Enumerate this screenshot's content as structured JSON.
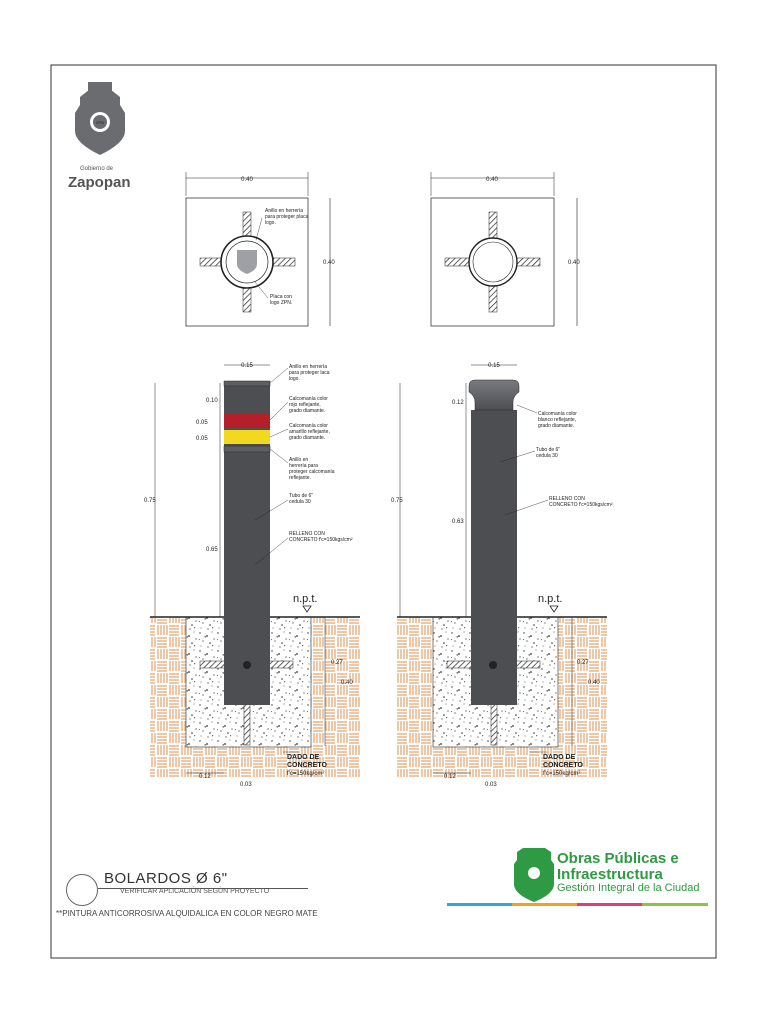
{
  "header": {
    "gov_label": "Gobierno de",
    "gov_name": "Zapopan"
  },
  "plan_views": {
    "left": {
      "width_dim": "0.40",
      "height_dim": "0.40",
      "note_ring": "Anillo en herrería para proteger placa logo.",
      "note_plate": "Placa con logo ZPN."
    },
    "right": {
      "width_dim": "0.40",
      "height_dim": "0.40"
    }
  },
  "elevation_left": {
    "top_dim": "0.15",
    "dims": [
      "0.10",
      "0.05",
      "0.05",
      "0.75",
      "0.65",
      "0.27",
      "0.40",
      "0.12",
      "0.03"
    ],
    "notes": [
      "Anillo en herrería para proteger laca logo.",
      "Calcomanía color rojo reflejante, grado diamante.",
      "Calcomanía color amarillo reflejante, grado diamante.",
      "Anillo en herrería para proteger calcomanía reflejante.",
      "Tubo de 6\" cedula 30",
      "RELLENO CON CONCRETO f'c=150kgs/cm²"
    ],
    "npt": "n.p.t.",
    "base_label_1": "DADO DE",
    "base_label_2": "CONCRETO",
    "base_label_3": "f'c=150kg/cm²"
  },
  "elevation_right": {
    "top_dim": "0.15",
    "dims": [
      "0.12",
      "0.75",
      "0.63",
      "0.27",
      "0.40",
      "0.12",
      "0.03"
    ],
    "notes": [
      "Calcomanía color blanco reflejante, grado diamante.",
      "Tubo de 6\" cedula 30",
      "RELLENO CON CONCRETO f'c=150kgs/cm²"
    ],
    "npt": "n.p.t.",
    "base_label_1": "DADO DE",
    "base_label_2": "CONCRETO",
    "base_label_3": "f'c=150kg/cm²"
  },
  "title_block": {
    "title": "BOLARDOS Ø 6\"",
    "subtitle": "VERIFICAR APLICACIÓN SEGÚN PROYECTO",
    "note": "**PINTURA ANTICORROSIVA ALQUIDALICA EN COLOR NEGRO MATE"
  },
  "brand": {
    "line1": "Obras Públicas e",
    "line2": "Infraestructura",
    "line3": "Gestión Integral de la Ciudad",
    "color": "#2f9a44",
    "stripe_colors": [
      "#2fa8d8",
      "#f4a21c",
      "#e23b7c",
      "#8cc63f"
    ]
  },
  "colors": {
    "pipe": "#4d4e52",
    "red": "#b3202a",
    "yellow": "#f2d81f",
    "soil": "#d9833a"
  }
}
